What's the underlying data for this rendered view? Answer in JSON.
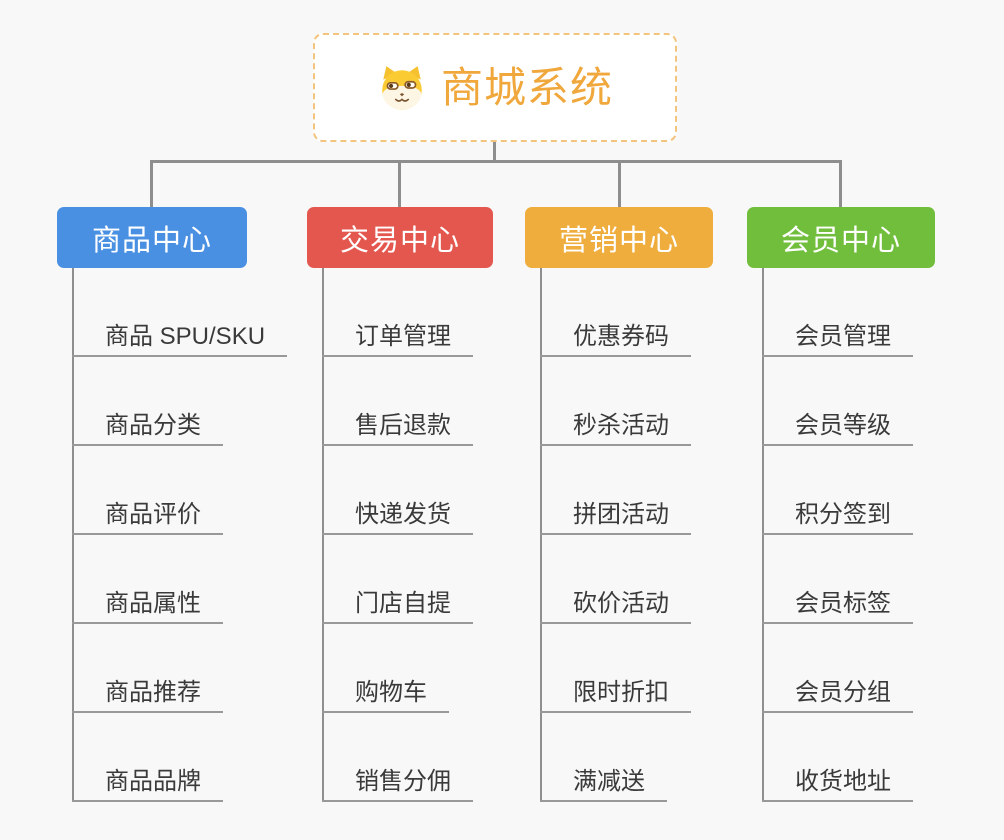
{
  "page": {
    "background_color": "#f8f8f8",
    "connector_color": "#8e8e8e"
  },
  "root": {
    "title": "商城系统",
    "icon": "shiba-dog-icon",
    "text_color": "#f0a73c",
    "border_color": "#f2c47e"
  },
  "branches": [
    {
      "label": "商品中心",
      "color": "#4a90e2",
      "items": [
        "商品 SPU/SKU",
        "商品分类",
        "商品评价",
        "商品属性",
        "商品推荐",
        "商品品牌"
      ]
    },
    {
      "label": "交易中心",
      "color": "#e4574f",
      "items": [
        "订单管理",
        "售后退款",
        "快递发货",
        "门店自提",
        "购物车",
        "销售分佣"
      ]
    },
    {
      "label": "营销中心",
      "color": "#efad3d",
      "items": [
        "优惠券码",
        "秒杀活动",
        "拼团活动",
        "砍价活动",
        "限时折扣",
        "满减送"
      ]
    },
    {
      "label": "会员中心",
      "color": "#70be3c",
      "items": [
        "会员管理",
        "会员等级",
        "积分签到",
        "会员标签",
        "会员分组",
        "收货地址"
      ]
    }
  ]
}
